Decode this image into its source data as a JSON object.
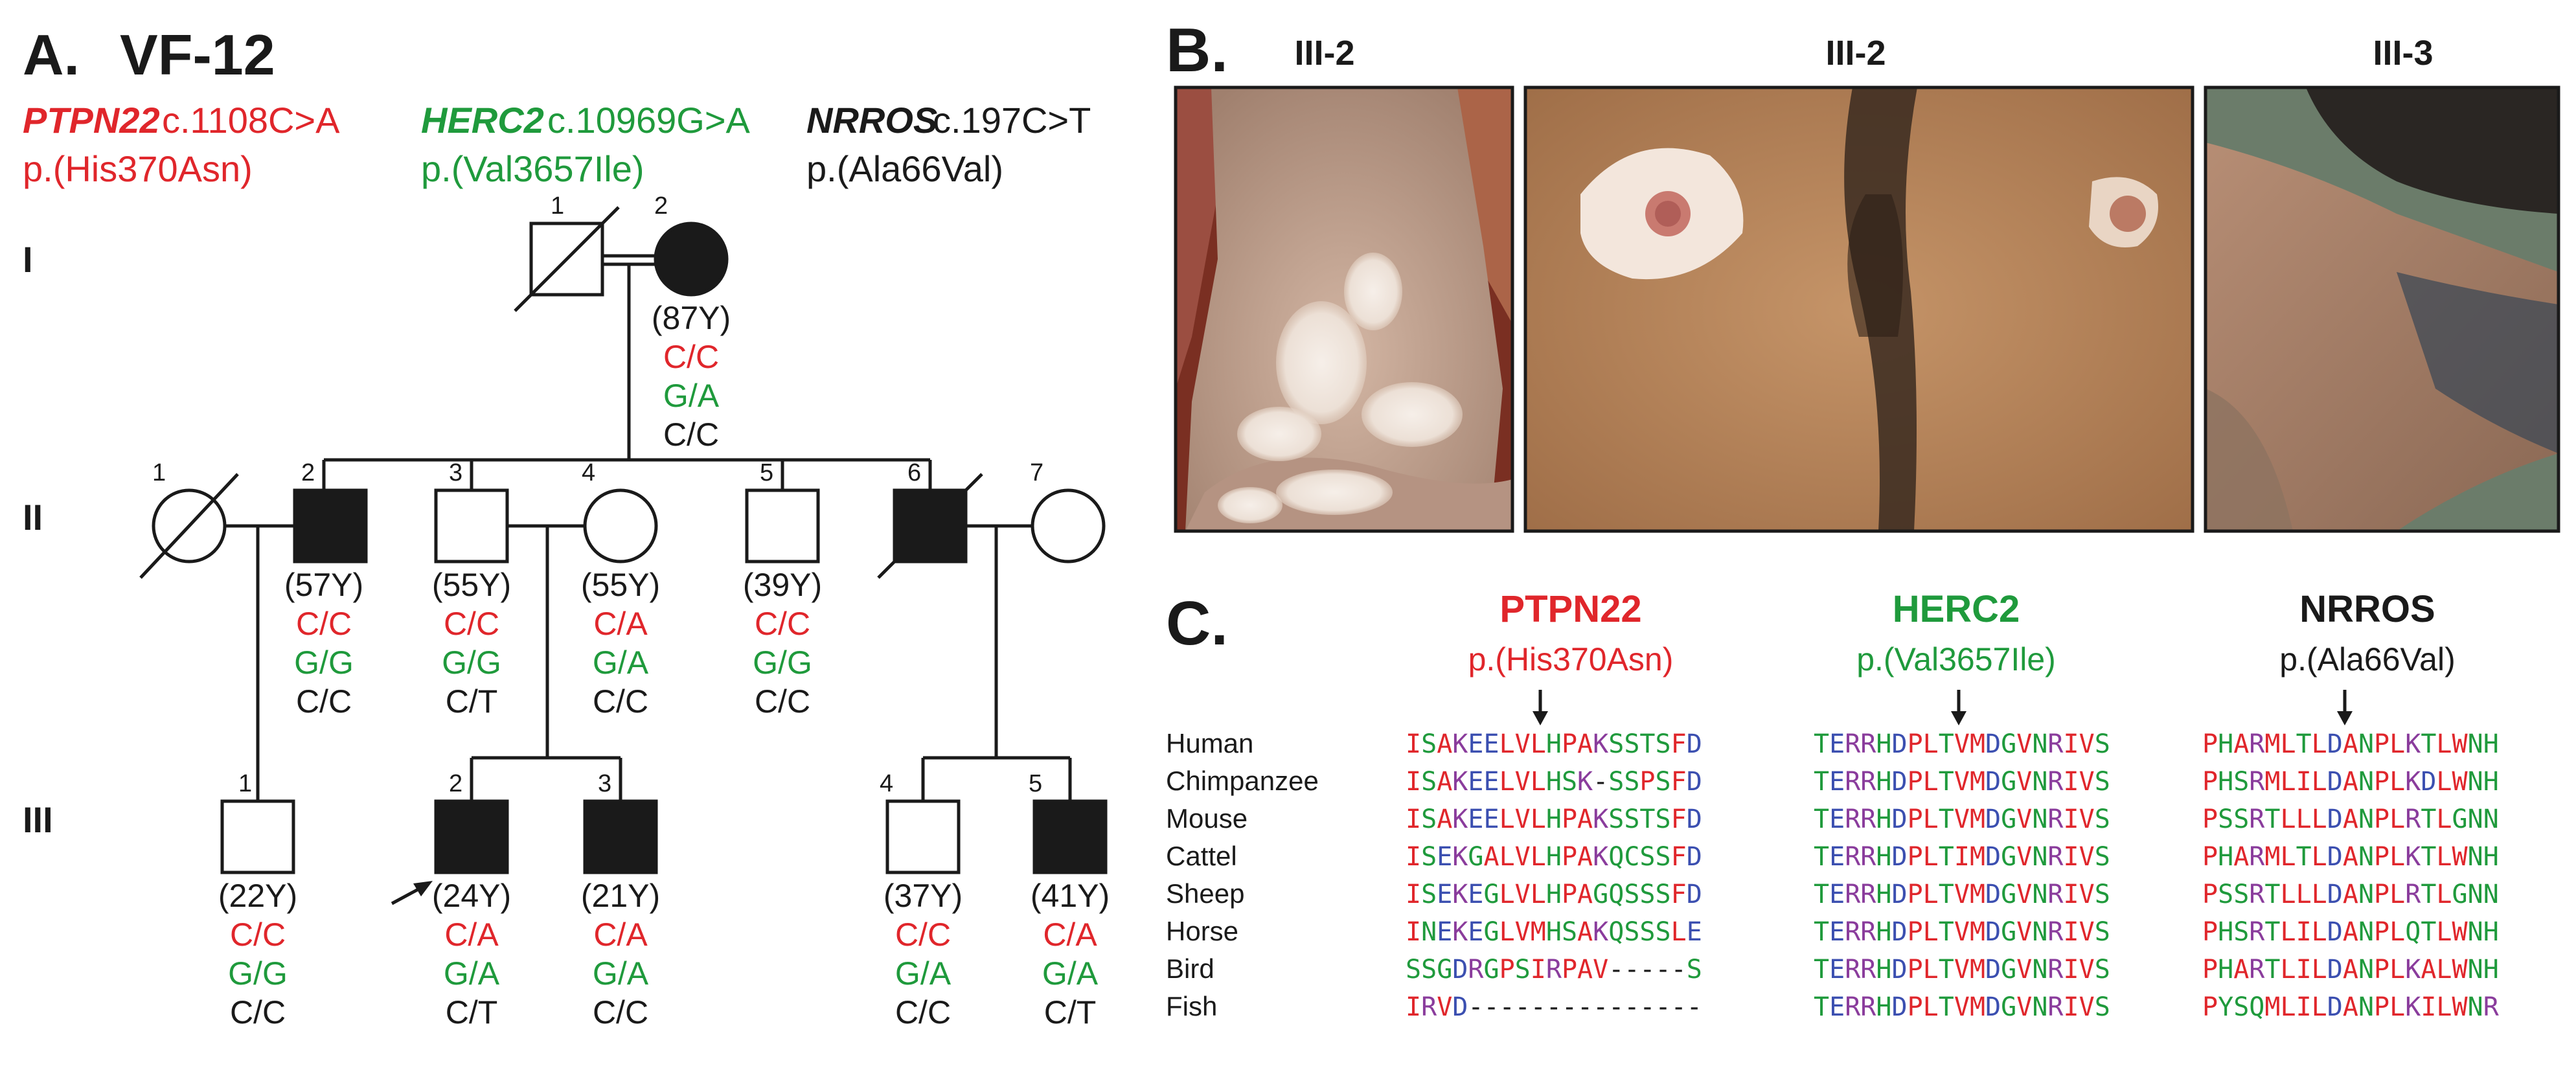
{
  "panel_a": {
    "letter": "A.",
    "family_id": "VF-12",
    "variants": [
      {
        "gene": "PTPN22",
        "cdna": "c.1108C>A",
        "protein": "p.(His370Asn)",
        "color": "#e0262b"
      },
      {
        "gene": "HERC2",
        "cdna": "c.10969G>A",
        "protein": "p.(Val3657Ile)",
        "color": "#1f9a3c"
      },
      {
        "gene": "NRROS",
        "cdna": "c.197C>T",
        "protein": "p.(Ala66Val)",
        "color": "#1a1a1a"
      }
    ],
    "generation_labels": [
      "I",
      "II",
      "III"
    ],
    "individuals": [
      {
        "id": "I-1",
        "number": "1",
        "sex": "male",
        "affected": false,
        "deceased": true,
        "age": "",
        "genotypes": []
      },
      {
        "id": "I-2",
        "number": "2",
        "sex": "female",
        "affected": true,
        "deceased": false,
        "age": "(87Y)",
        "genotypes": [
          "C/C",
          "G/A",
          "C/C"
        ]
      },
      {
        "id": "II-1",
        "number": "1",
        "sex": "female",
        "affected": false,
        "deceased": true,
        "age": "",
        "genotypes": []
      },
      {
        "id": "II-2",
        "number": "2",
        "sex": "male",
        "affected": true,
        "deceased": false,
        "age": "(57Y)",
        "genotypes": [
          "C/C",
          "G/G",
          "C/C"
        ]
      },
      {
        "id": "II-3",
        "number": "3",
        "sex": "male",
        "affected": false,
        "deceased": false,
        "age": "(55Y)",
        "genotypes": [
          "C/C",
          "G/G",
          "C/T"
        ]
      },
      {
        "id": "II-4",
        "number": "4",
        "sex": "female",
        "affected": false,
        "deceased": false,
        "age": "(55Y)",
        "genotypes": [
          "C/A",
          "G/A",
          "C/C"
        ]
      },
      {
        "id": "II-5",
        "number": "5",
        "sex": "male",
        "affected": false,
        "deceased": false,
        "age": "(39Y)",
        "genotypes": [
          "C/C",
          "G/G",
          "C/C"
        ]
      },
      {
        "id": "II-6",
        "number": "6",
        "sex": "male",
        "affected": true,
        "deceased": true,
        "age": "",
        "genotypes": []
      },
      {
        "id": "II-7",
        "number": "7",
        "sex": "female",
        "affected": false,
        "deceased": false,
        "age": "",
        "genotypes": []
      },
      {
        "id": "III-1",
        "number": "1",
        "sex": "male",
        "affected": false,
        "deceased": false,
        "age": "(22Y)",
        "genotypes": [
          "C/C",
          "G/G",
          "C/C"
        ]
      },
      {
        "id": "III-2",
        "number": "2",
        "sex": "male",
        "affected": true,
        "deceased": false,
        "proband": true,
        "age": "(24Y)",
        "genotypes": [
          "C/A",
          "G/A",
          "C/T"
        ]
      },
      {
        "id": "III-3",
        "number": "3",
        "sex": "male",
        "affected": true,
        "deceased": false,
        "age": "(21Y)",
        "genotypes": [
          "C/A",
          "G/A",
          "C/C"
        ]
      },
      {
        "id": "III-4",
        "number": "4",
        "sex": "male",
        "affected": false,
        "deceased": false,
        "age": "(37Y)",
        "genotypes": [
          "C/C",
          "G/A",
          "C/C"
        ]
      },
      {
        "id": "III-5",
        "number": "5",
        "sex": "male",
        "affected": true,
        "deceased": false,
        "age": "(41Y)",
        "genotypes": [
          "C/A",
          "G/A",
          "C/T"
        ]
      }
    ]
  },
  "panel_b": {
    "letter": "B.",
    "photos": [
      {
        "label": "III-2",
        "subject": "lower leg and ankle with depigmented patches"
      },
      {
        "label": "III-2",
        "subject": "chest with depigmented patches around nipples"
      },
      {
        "label": "III-3",
        "subject": "neck with depigmented skin"
      }
    ]
  },
  "panel_c": {
    "letter": "C.",
    "colors": {
      "red": "#e0262b",
      "green": "#1f9a3c",
      "blue": "#3b4fb0",
      "purple": "#8a3c9c",
      "black": "#1a1a1a"
    },
    "species": [
      "Human",
      "Chimpanzee",
      "Mouse",
      "Cattel",
      "Sheep",
      "Horse",
      "Bird",
      "Fish"
    ],
    "alignments": [
      {
        "gene": "PTPN22",
        "protein": "p.(His370Asn)",
        "color": "#e0262b",
        "sequences": [
          "ISAKEELVLHPAKSSTSFD",
          "ISAKEELVLHSK-SSPSFD",
          "ISAKEELVLHPAKSSTSFD",
          "ISEKGALVLHPAKQCSSFD",
          "ISEKEGLVLHPAGQSSSFD",
          "INEKEGLVMHSAKQSSSLE",
          "SSGDRGPSIRPAV-----S",
          "IRVD---------------"
        ]
      },
      {
        "gene": "HERC2",
        "protein": "p.(Val3657Ile)",
        "color": "#1f9a3c",
        "sequences": [
          "TERRHDPLTVMDGVNRIVS",
          "TERRHDPLTVMDGVNRIVS",
          "TERRHDPLTVMDGVNRIVS",
          "TERRHDPLTIMDGVNRIVS",
          "TERRHDPLTVMDGVNRIVS",
          "TERRHDPLTVMDGVNRIVS",
          "TERRHDPLTVMDGVNRIVS",
          "TERRHDPLTVMDGVNRIVS"
        ]
      },
      {
        "gene": "NRROS",
        "protein": "p.(Ala66Val)",
        "color": "#1a1a1a",
        "sequences": [
          "PHARMLTLDANPLKTLWNH",
          "PHSRMLILDANPLKDLWNH",
          "PSSRTLLLDANPLRTLGNN",
          "PHARMLTLDANPLKTLWNH",
          "PSSRTLLLDANPLRTLGNN",
          "PHSRTLILDANPLQTLWNH",
          "PHARTLILDANPLKALWNH",
          "PYSQMLILDANPLKILWNR"
        ]
      }
    ]
  }
}
